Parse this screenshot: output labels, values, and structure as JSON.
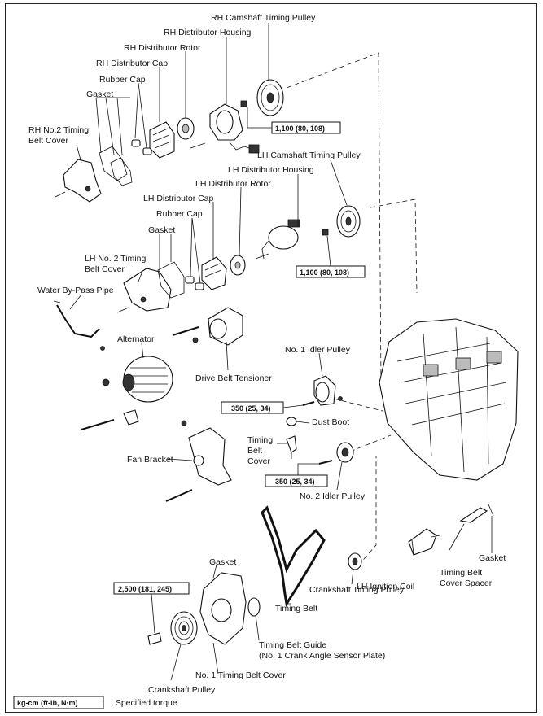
{
  "labels": {
    "rh_cam_pulley": "RH Camshaft Timing Pulley",
    "rh_dist_housing": "RH Distributor Housing",
    "rh_dist_rotor": "RH Distributor Rotor",
    "rh_dist_cap": "RH Distributor Cap",
    "rh_rubber_cap": "Rubber Cap",
    "rh_gasket": "Gasket",
    "rh_no2_cover_1": "RH No.2 Timing",
    "rh_no2_cover_2": "Belt Cover",
    "lh_cam_pulley": "LH Camshaft Timing Pulley",
    "lh_dist_housing": "LH Distributor Housing",
    "lh_dist_rotor": "LH Distributor Rotor",
    "lh_dist_cap": "LH Distributor Cap",
    "lh_rubber_cap": "Rubber Cap",
    "lh_gasket": "Gasket",
    "lh_no2_cover_1": "LH No. 2 Timing",
    "lh_no2_cover_2": "Belt Cover",
    "water_bypass": "Water By-Pass Pipe",
    "alternator": "Alternator",
    "drive_belt_tensioner": "Drive Belt Tensioner",
    "no1_idler": "No. 1 Idler Pulley",
    "dust_boot": "Dust Boot",
    "timing_belt_cover_1": "Timing",
    "timing_belt_cover_2": "Belt",
    "timing_belt_cover_3": "Cover",
    "fan_bracket": "Fan Bracket",
    "no2_idler": "No. 2 Idler Pulley",
    "gasket_lower": "Gasket",
    "timing_belt": "Timing Belt",
    "crank_pulley_timing": "Crankshaft Timing Pulley",
    "lh_ignition_coil": "LH Ignition Coil",
    "tb_cover_spacer_1": "Timing Belt",
    "tb_cover_spacer_2": "Cover Spacer",
    "gasket_right": "Gasket",
    "tb_guide_1": "Timing Belt Guide",
    "tb_guide_2": "(No. 1 Crank Angle Sensor Plate)",
    "no1_tb_cover": "No. 1 Timing Belt Cover",
    "crank_pulley": "Crankshaft Pulley"
  },
  "torques": {
    "rh_cam": "1,100 (80, 108)",
    "lh_cam": "1,100 (80, 108)",
    "idler1": "350 (25, 34)",
    "idler2": "350 (25, 34)",
    "crank": "2,500 (181, 245)"
  },
  "legend": {
    "unit": "kg-cm (ft-lb, N·m)",
    "desc": ": Specified torque"
  }
}
